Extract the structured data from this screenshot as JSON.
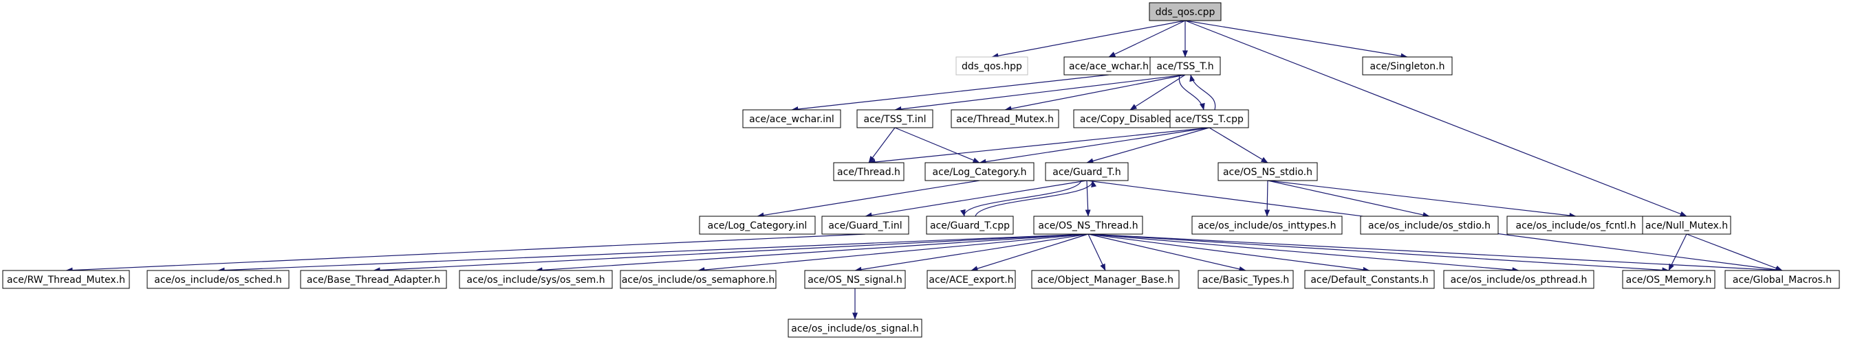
{
  "colors": {
    "edge": "#191970",
    "node_border": "#000000",
    "root_fill": "#bfbfbf",
    "missing_border": "#bfbfbf",
    "node_fill": "#ffffff",
    "text": "#000000"
  },
  "nodes": [
    {
      "id": "root",
      "label": "dds_qos.cpp",
      "kind": "root"
    },
    {
      "id": "dds_qos_hpp",
      "label": "dds_qos.hpp",
      "kind": "missing"
    },
    {
      "id": "ace_wchar_h",
      "label": "ace/ace_wchar.h"
    },
    {
      "id": "tss_t_h",
      "label": "ace/TSS_T.h"
    },
    {
      "id": "singleton_h",
      "label": "ace/Singleton.h"
    },
    {
      "id": "ace_wchar_inl",
      "label": "ace/ace_wchar.inl"
    },
    {
      "id": "tss_t_inl",
      "label": "ace/TSS_T.inl"
    },
    {
      "id": "thread_mutex_h",
      "label": "ace/Thread_Mutex.h"
    },
    {
      "id": "copy_disabled_h",
      "label": "ace/Copy_Disabled.h"
    },
    {
      "id": "tss_t_cpp",
      "label": "ace/TSS_T.cpp"
    },
    {
      "id": "thread_h",
      "label": "ace/Thread.h"
    },
    {
      "id": "log_category_h",
      "label": "ace/Log_Category.h"
    },
    {
      "id": "guard_t_h",
      "label": "ace/Guard_T.h"
    },
    {
      "id": "os_ns_stdio_h",
      "label": "ace/OS_NS_stdio.h"
    },
    {
      "id": "log_category_inl",
      "label": "ace/Log_Category.inl"
    },
    {
      "id": "guard_t_inl",
      "label": "ace/Guard_T.inl"
    },
    {
      "id": "guard_t_cpp",
      "label": "ace/Guard_T.cpp"
    },
    {
      "id": "os_ns_thread_h",
      "label": "ace/OS_NS_Thread.h"
    },
    {
      "id": "os_inttypes_h",
      "label": "ace/os_include/os_inttypes.h"
    },
    {
      "id": "os_stdio_h",
      "label": "ace/os_include/os_stdio.h"
    },
    {
      "id": "os_fcntl_h",
      "label": "ace/os_include/os_fcntl.h"
    },
    {
      "id": "null_mutex_h",
      "label": "ace/Null_Mutex.h"
    },
    {
      "id": "rw_thread_mutex_h",
      "label": "ace/RW_Thread_Mutex.h"
    },
    {
      "id": "os_sched_h",
      "label": "ace/os_include/os_sched.h"
    },
    {
      "id": "base_thread_adapter_h",
      "label": "ace/Base_Thread_Adapter.h"
    },
    {
      "id": "sys_os_sem_h",
      "label": "ace/os_include/sys/os_sem.h"
    },
    {
      "id": "os_semaphore_h",
      "label": "ace/os_include/os_semaphore.h"
    },
    {
      "id": "os_ns_signal_h",
      "label": "ace/OS_NS_signal.h"
    },
    {
      "id": "ace_export_h",
      "label": "ace/ACE_export.h"
    },
    {
      "id": "object_manager_base_h",
      "label": "ace/Object_Manager_Base.h"
    },
    {
      "id": "basic_types_h",
      "label": "ace/Basic_Types.h"
    },
    {
      "id": "default_constants_h",
      "label": "ace/Default_Constants.h"
    },
    {
      "id": "os_pthread_h",
      "label": "ace/os_include/os_pthread.h"
    },
    {
      "id": "os_memory_h",
      "label": "ace/OS_Memory.h"
    },
    {
      "id": "global_macros_h",
      "label": "ace/Global_Macros.h"
    },
    {
      "id": "os_signal_h",
      "label": "ace/os_include/os_signal.h"
    }
  ]
}
